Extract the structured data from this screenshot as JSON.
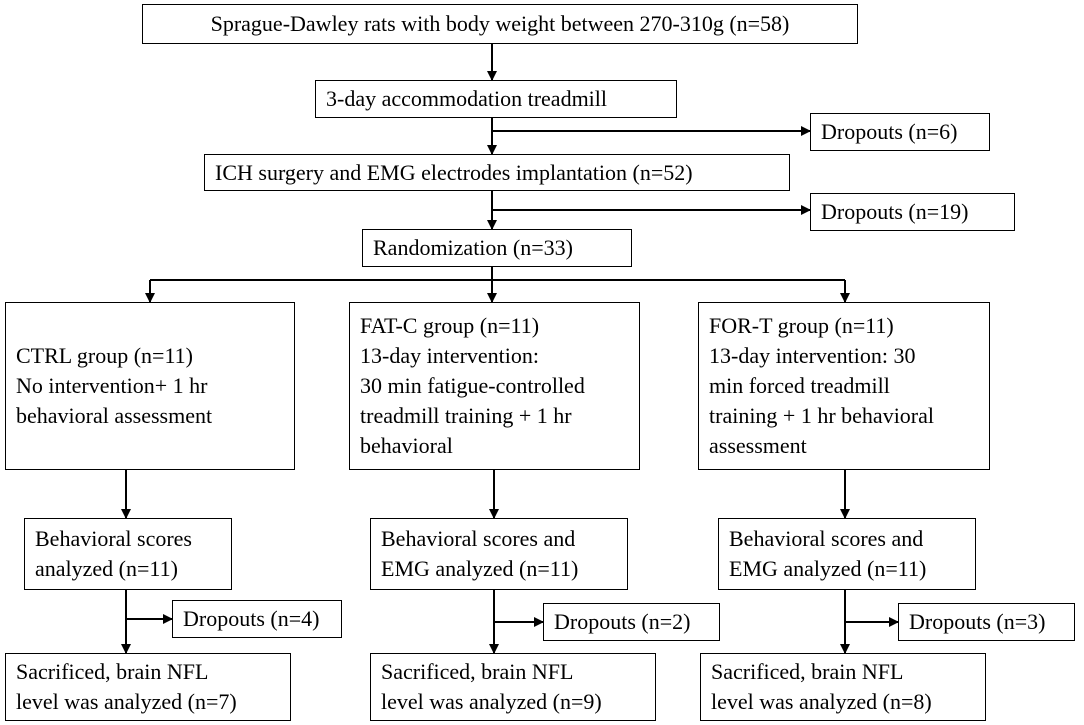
{
  "title_box": {
    "lines": [
      "Sprague-Dawley rats with body weight between 270-310g (n=58)"
    ]
  },
  "accommodation_box": {
    "lines": [
      "3-day accommodation treadmill"
    ]
  },
  "dropout_1": {
    "lines": [
      "Dropouts (n=6)"
    ]
  },
  "surgery_box": {
    "lines": [
      "ICH surgery and EMG electrodes implantation (n=52)"
    ]
  },
  "dropout_2": {
    "lines": [
      "Dropouts (n=19)"
    ]
  },
  "randomization_box": {
    "lines": [
      "Randomization (n=33)"
    ]
  },
  "groups": [
    {
      "group_box": {
        "lines": [
          "CTRL group (n=11)",
          "No intervention+ 1 hr",
          "behavioral assessment"
        ]
      },
      "analysis_box": {
        "lines": [
          "Behavioral scores",
          "analyzed (n=11)"
        ]
      },
      "dropout_box": {
        "lines": [
          "Dropouts (n=4)"
        ]
      },
      "final_box": {
        "lines": [
          "Sacrificed, brain NFL",
          "level was analyzed (n=7)"
        ]
      }
    },
    {
      "group_box": {
        "lines": [
          "FAT-C group (n=11)",
          "13-day intervention:",
          "30 min fatigue-controlled",
          "treadmill training + 1 hr",
          "behavioral"
        ]
      },
      "analysis_box": {
        "lines": [
          "Behavioral scores and",
          "EMG analyzed (n=11)"
        ]
      },
      "dropout_box": {
        "lines": [
          "Dropouts (n=2)"
        ]
      },
      "final_box": {
        "lines": [
          "Sacrificed, brain NFL",
          "level was analyzed (n=9)"
        ]
      }
    },
    {
      "group_box": {
        "lines": [
          "FOR-T group (n=11)",
          "13-day intervention: 30",
          "min forced treadmill",
          "training + 1 hr behavioral",
          "assessment"
        ]
      },
      "analysis_box": {
        "lines": [
          "Behavioral scores and",
          "EMG analyzed (n=11)"
        ]
      },
      "dropout_box": {
        "lines": [
          "Dropouts (n=3)"
        ]
      },
      "final_box": {
        "lines": [
          "Sacrificed, brain NFL",
          "level was analyzed (n=8)"
        ]
      }
    }
  ]
}
